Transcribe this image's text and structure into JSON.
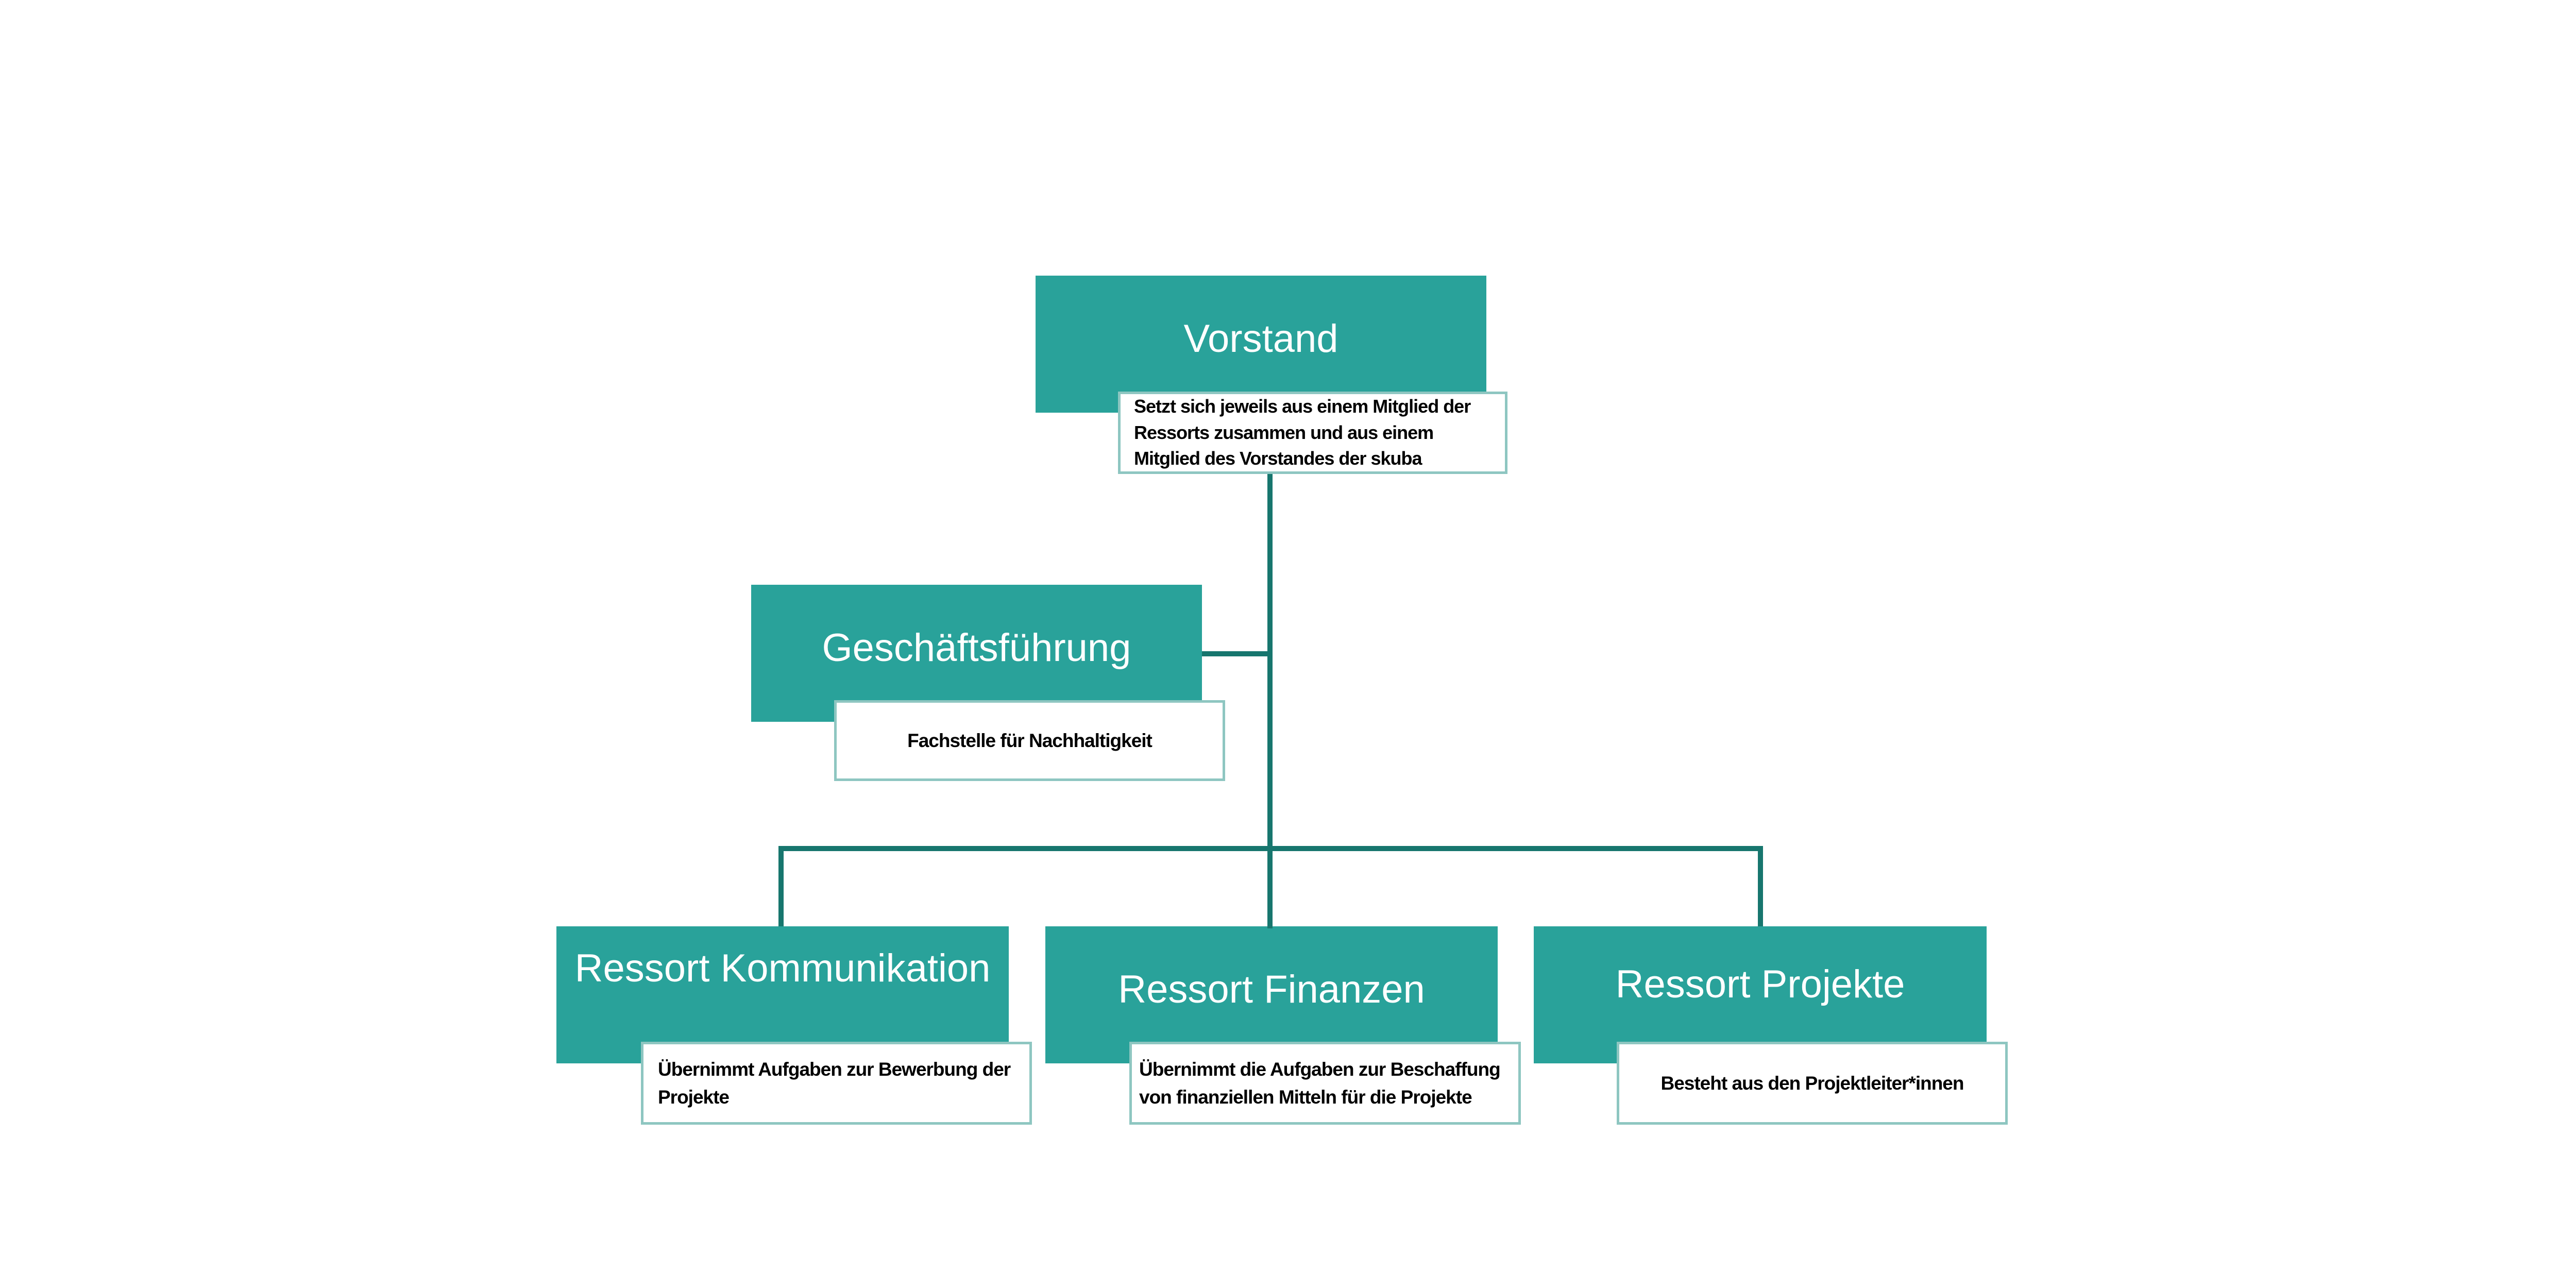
{
  "colors": {
    "box": "#29a29a",
    "line": "#17766e",
    "desc_border": "#8ec6c1"
  },
  "nodes": {
    "vorstand": {
      "title": "Vorstand",
      "description": "Setzt sich jeweils aus einem Mitglied der Ressorts zusammen und aus einem Mitglied des Vorstandes der skuba"
    },
    "geschaeftsfuehrung": {
      "title": "Geschäftsführung",
      "description": "Fachstelle für Nachhaltigkeit"
    },
    "kommunikation": {
      "title": "Ressort Kommunikation",
      "description": "Übernimmt Aufgaben zur Bewerbung der Projekte"
    },
    "finanzen": {
      "title": "Ressort Finanzen",
      "description": "Übernimmt die Aufgaben zur Beschaffung von finanziellen Mitteln für die Projekte"
    },
    "projekte": {
      "title": "Ressort Projekte",
      "description": "Besteht aus den Projektleiter*innen"
    }
  }
}
